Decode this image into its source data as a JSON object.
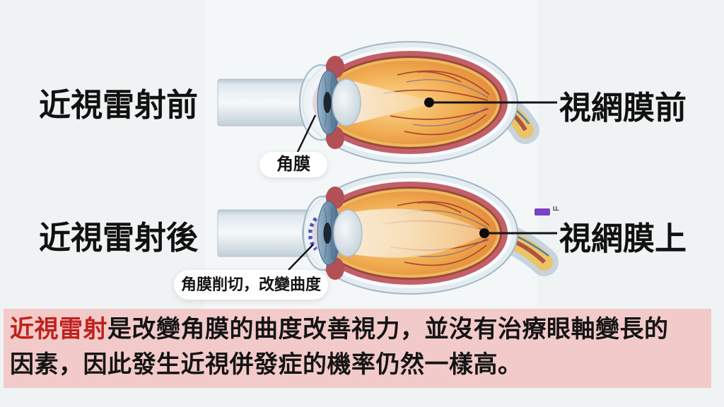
{
  "colors": {
    "page_bg": "#f0f3f4",
    "caption_bg": "#f3caca",
    "caption_red": "#c0211c",
    "ink": "#111111",
    "artifact_purple": "#7742c6"
  },
  "rows": [
    {
      "side_label": "近視雷射前",
      "retina_label": "視網膜前",
      "callout_label": "角膜"
    },
    {
      "side_label": "近視雷射後",
      "retina_label": "視網膜上",
      "callout_label": "角膜削切，改變曲度",
      "artifact_label": "LL"
    }
  ],
  "caption": {
    "highlight": "近視雷射",
    "line1": "是改變角膜的曲度改善視力，並沒有治療眼軸變長的",
    "line2": "因素，因此發生近視併發症的機率仍然一樣高。"
  }
}
